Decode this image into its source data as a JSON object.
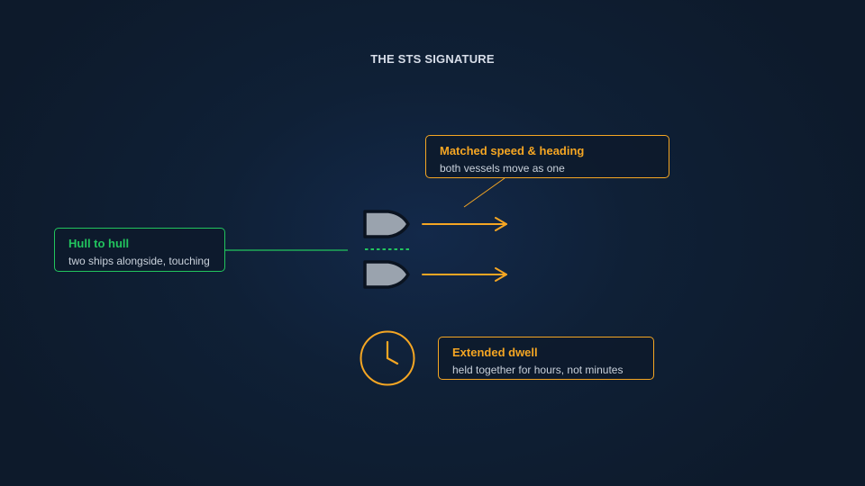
{
  "title": "THE STS SIGNATURE",
  "callouts": {
    "hull": {
      "title": "Hull to hull",
      "subtitle": "two ships alongside, touching"
    },
    "speed": {
      "title": "Matched speed & heading",
      "subtitle": "both vessels move as one"
    },
    "dwell": {
      "title": "Extended dwell",
      "subtitle": "held together for hours, not minutes"
    }
  },
  "colors": {
    "green": "#22c55e",
    "orange": "#f5a623",
    "ship_fill": "#9aa3ae",
    "ship_outline": "#0a1320"
  },
  "icons": [
    "ship-icon",
    "arrow-right-icon",
    "clock-icon"
  ]
}
